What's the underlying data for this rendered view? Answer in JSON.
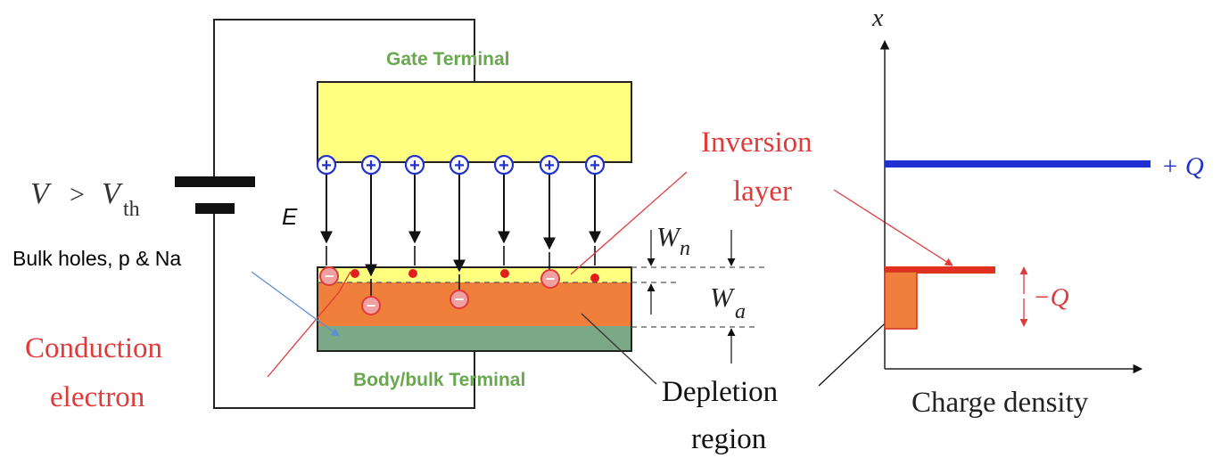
{
  "labels": {
    "gate_terminal": "Gate Terminal",
    "body_terminal": "Body/bulk Terminal",
    "voltage_v": "V",
    "voltage_gt": ">",
    "voltage_vth_base": "V",
    "voltage_vth_sub": "th",
    "field": "E",
    "bulk_holes": "Bulk holes, p & Na",
    "conduction_line1": "Conduction",
    "conduction_line2": "electron",
    "inversion_line1": "Inversion",
    "inversion_line2": "layer",
    "wn_base": "W",
    "wn_sub": "n",
    "wa_base": "W",
    "wa_sub": "a",
    "depletion_line1": "Depletion",
    "depletion_line2": "region",
    "axis_x": "x",
    "axis_charge": "Charge density",
    "plus_q": "+ Q",
    "minus_q": "−Q"
  },
  "symbols": {
    "positive_charge": "+",
    "negative_charge": "−"
  },
  "colors": {
    "gate": "#ffff80",
    "inversion": "#ffff80",
    "depletion": "#ef7f3a",
    "bulk": "#7ba886",
    "terminal_label": "#6aa84f",
    "red_label": "#e03a3a",
    "positive": "#2233cc",
    "charge_plus_line": "#1f2fd0",
    "charge_minus_line": "#e03020"
  }
}
